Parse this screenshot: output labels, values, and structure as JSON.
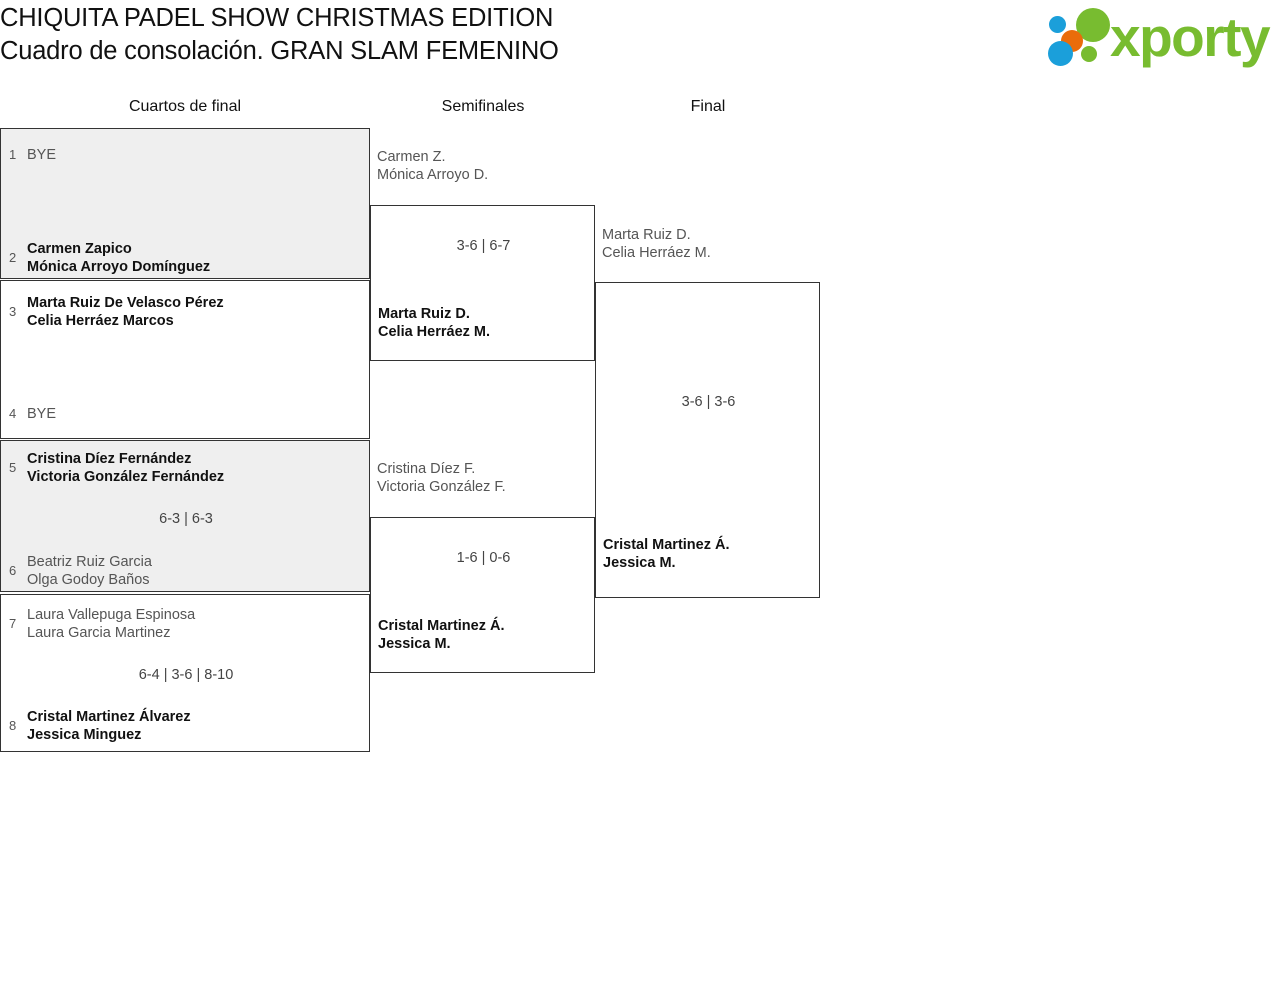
{
  "header": {
    "title_line1": "CHIQUITA PADEL SHOW CHRISTMAS EDITION",
    "title_line2": "Cuadro de consolación. GRAN SLAM FEMENINO",
    "logo_word": "xporty",
    "logo_colors": {
      "green": "#78bc30",
      "blue": "#1b9fda",
      "orange": "#ea6c0a"
    }
  },
  "rounds": {
    "quarterfinals_label": "Cuartos de final",
    "semifinals_label": "Semifinales",
    "final_label": "Final"
  },
  "quarterfinals": [
    {
      "shaded": true,
      "top": {
        "seed": "1",
        "line1": "BYE",
        "line2": "",
        "winner": false
      },
      "bottom": {
        "seed": "2",
        "line1": "Carmen Zapico",
        "line2": "Mónica Arroyo Domínguez",
        "winner": true
      },
      "score": ""
    },
    {
      "shaded": false,
      "top": {
        "seed": "3",
        "line1": "Marta Ruiz De Velasco Pérez",
        "line2": "Celia Herráez Marcos",
        "winner": true
      },
      "bottom": {
        "seed": "4",
        "line1": "BYE",
        "line2": "",
        "winner": false
      },
      "score": ""
    },
    {
      "shaded": true,
      "top": {
        "seed": "5",
        "line1": "Cristina Díez Fernández",
        "line2": "Victoria González Fernández",
        "winner": true
      },
      "bottom": {
        "seed": "6",
        "line1": "Beatriz Ruiz Garcia",
        "line2": "Olga Godoy Baños",
        "winner": false
      },
      "score": "6-3 | 6-3"
    },
    {
      "shaded": false,
      "top": {
        "seed": "7",
        "line1": "Laura Vallepuga Espinosa",
        "line2": "Laura Garcia Martinez",
        "winner": false
      },
      "bottom": {
        "seed": "8",
        "line1": "Cristal Martinez Álvarez",
        "line2": "Jessica Minguez",
        "winner": true
      },
      "score": "6-4 | 3-6 | 8-10"
    }
  ],
  "semifinals": [
    {
      "top": {
        "line1": "Carmen Z.",
        "line2": "Mónica Arroyo D.",
        "winner": false
      },
      "bottom": {
        "line1": "Marta Ruiz D.",
        "line2": "Celia Herráez M.",
        "winner": true
      },
      "score": "3-6 | 6-7"
    },
    {
      "top": {
        "line1": "Cristina Díez F.",
        "line2": "Victoria González F.",
        "winner": false
      },
      "bottom": {
        "line1": "Cristal Martinez Á.",
        "line2": "Jessica M.",
        "winner": true
      },
      "score": "1-6 | 0-6"
    }
  ],
  "final": {
    "top": {
      "line1": "Marta Ruiz D.",
      "line2": "Celia Herráez M.",
      "winner": false
    },
    "bottom": {
      "line1": "Cristal Martinez Á.",
      "line2": "Jessica M.",
      "winner": true
    },
    "score": "3-6 | 3-6"
  }
}
